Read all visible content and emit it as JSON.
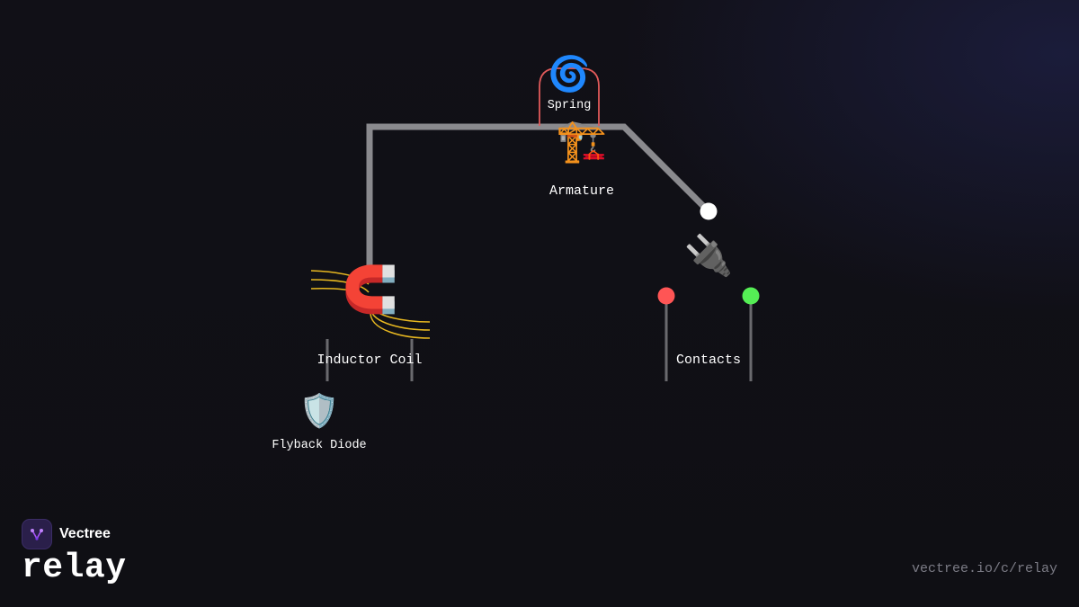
{
  "brand": {
    "name": "Vectree"
  },
  "page": {
    "title": "relay",
    "url": "vectree.io/c/relay"
  },
  "diagram": {
    "components": {
      "spring": {
        "label": "Spring",
        "icon": "spring-cyclone-icon",
        "glyph": "🌀"
      },
      "armature": {
        "label": "Armature",
        "icon": "crane-icon",
        "glyph": "🏗️"
      },
      "coil": {
        "label": "Inductor Coil",
        "icon": "magnet-icon",
        "glyph": "🧲"
      },
      "diode": {
        "label": "Flyback Diode",
        "icon": "shield-icon",
        "glyph": "🛡️"
      },
      "contacts": {
        "label": "Contacts",
        "icon": "plug-icon",
        "glyph": "🔌"
      }
    },
    "colors": {
      "frame": "#8a8a8e",
      "spring_outline": "#e05a5a",
      "field_lines": "#e8b820",
      "pin": "#6a6a6e",
      "armature_tip": "#ffffff",
      "contact_off": "#ff5555",
      "contact_on": "#55ee55",
      "brand_accent": "#a855f7"
    }
  }
}
